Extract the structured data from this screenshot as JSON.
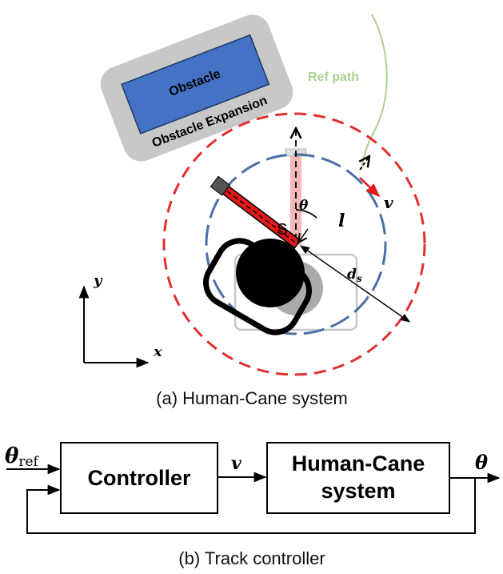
{
  "diagram_a": {
    "caption": "(a) Human-Cane system",
    "obstacle_label": "Obstacle",
    "expansion_label": "Obstacle Expansion",
    "ref_path_label": "Ref path",
    "symbol_v": "v",
    "symbol_l": "l",
    "symbol_theta": "θ",
    "symbol_s": "S",
    "symbol_ds_main": "d",
    "symbol_ds_sub": "s",
    "axis_x": "x",
    "axis_y": "y",
    "colors": {
      "obstacle": "#4472c4",
      "expansion": "#c8c8c8",
      "safety_circle": "#e03030",
      "cane_circle": "#4a6fa5",
      "ref_path": "#a9d18e",
      "cane": "#e01a1a",
      "sensor": "#f4b8b8"
    }
  },
  "diagram_b": {
    "caption": "(b) Track controller",
    "input_main": "θ",
    "input_sub": "ref",
    "controller_label": "Controller",
    "signal_v": "v",
    "plant_line1": "Human-Cane",
    "plant_line2": "system",
    "output_label": "θ"
  }
}
